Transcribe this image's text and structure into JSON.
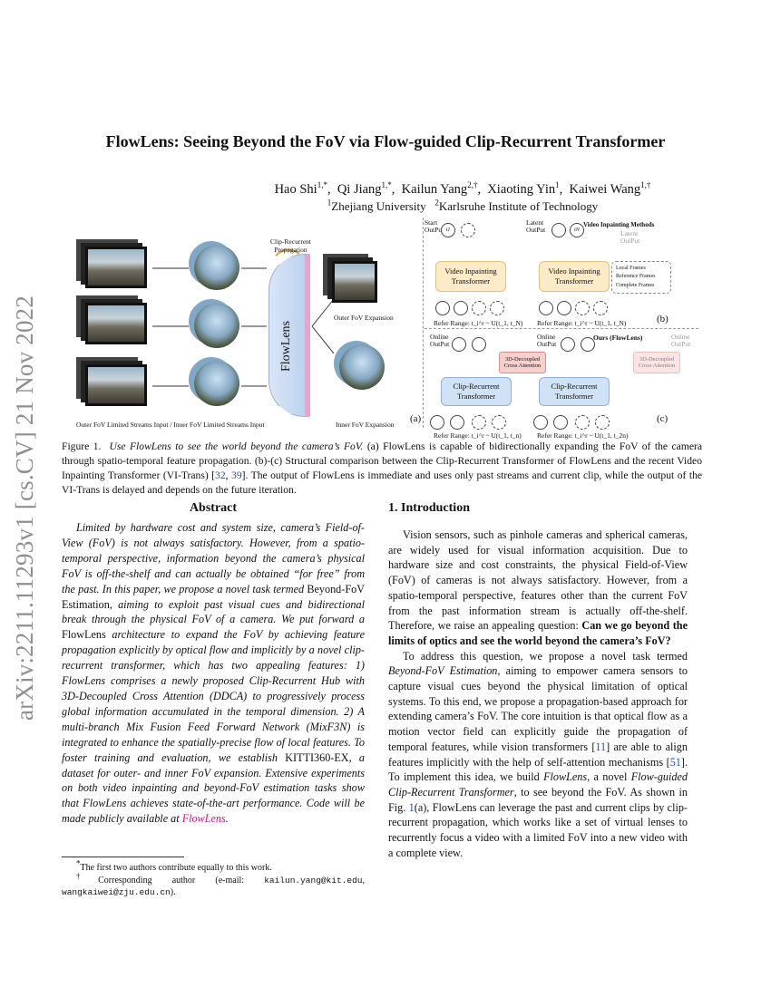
{
  "arxiv_stamp": "arXiv:2211.11293v1  [cs.CV]  21 Nov 2022",
  "title": "FlowLens: Seeing Beyond the FoV via Flow-guided Clip-Recurrent Transformer",
  "authors": {
    "a1_name": "Hao Shi",
    "a1_sup": "1,*",
    "a2_name": "Qi Jiang",
    "a2_sup": "1,*",
    "a3_name": "Kailun Yang",
    "a3_sup": "2,†",
    "a4_name": "Xiaoting Yin",
    "a4_sup": "1",
    "a5_name": "Kaiwei Wang",
    "a5_sup": "1,†"
  },
  "affiliations": {
    "aff1_sup": "1",
    "aff1": "Zhejiang University",
    "aff2_sup": "2",
    "aff2": "Karlsruhe Institute of Technology"
  },
  "figure": {
    "clip_recurrent_propagation": "Clip-Recurrent\nPropagation",
    "flowlens_label": "FlowLens",
    "outer_expansion": "Outer FoV Expansion",
    "inner_expansion": "Inner FoV Expansion",
    "input_label": "Outer FoV Limited Streams Input / Inner FoV Limited Streams Input",
    "panel_a": "(a)",
    "panel_b": "(b)",
    "panel_c": "(c)",
    "start_output": "Start\nOutPut",
    "latent_output": "Latent\nOutPut",
    "video_inpainting_methods": "Video Inpainting Methods",
    "latent_output_gray": "Latent\nOutPut",
    "vit1": "Video Inpainting\nTransformer",
    "vit2": "Video Inpainting\nTransformer",
    "legend_local": "Local Frames",
    "legend_reference": "Reference Frames",
    "legend_complete": "Complete Frames",
    "refer_range_b1": "Refer Range: t_i^r ~ U(t_1, t_N)",
    "refer_range_b2": "Refer Range: t_i^r ~ U(t_1, t_N)",
    "online_output_1": "Online\nOutPut",
    "online_output_2": "Online\nOutPut",
    "online_output_3": "Online\nOutPut",
    "ours_label": "Ours (FlowLens)",
    "ddca1": "3D-Decoupled\nCross Attention",
    "ddca2": "3D-Decoupled\nCross Attention",
    "crt1": "Clip-Recurrent\nTransformer",
    "crt2": "Clip-Recurrent\nTransformer",
    "refer_range_c1": "Refer Range: t_i^r ~ U(t_1, t_n)",
    "refer_range_c2": "Refer Range: t_i^r ~ U(t_1, t_2n)"
  },
  "caption": {
    "label": "Figure 1.",
    "italic": "Use FlowLens to see the world beyond the camera’s FoV.",
    "text1": " (a) FlowLens is capable of bidirectionally expanding the FoV of the camera through spatio-temporal feature propagation. (b)-(c) Structural comparison between the Clip-Recurrent Transformer of FlowLens and the recent Video Inpainting Transformer (VI-Trans) [",
    "cite1": "32",
    "sep": ", ",
    "cite2": "39",
    "text2": "]. The output of FlowLens is immediate and uses only past streams and current clip, while the output of the VI-Trans is delayed and depends on the future iteration."
  },
  "abstract": {
    "heading": "Abstract",
    "p1": "Limited by hardware cost and system size, camera’s Field-of-View (FoV) is not always satisfactory. However, from a spatio-temporal perspective, information beyond the camera’s physical FoV is off-the-shelf and can actually be obtained “for free” from the past. In this paper, we propose a novel task termed ",
    "p1_up": "Beyond-FoV Estimation",
    "p2": ", aiming to exploit past visual cues and bidirectional break through the physical FoV of a camera. We put forward a ",
    "p2_up": "FlowLens",
    "p3": " architecture to expand the FoV by achieving feature propagation explicitly by optical flow and implicitly by a novel clip-recurrent transformer, which has two appealing features: 1) FlowLens comprises a newly proposed Clip-Recurrent Hub with 3D-Decoupled Cross Attention (DDCA) to progressively process global information accumulated in the temporal dimension.  2) A multi-branch Mix Fusion Feed Forward Network (MixF3N) is integrated to enhance the spatially-precise flow of local features.  To foster training and evaluation, we establish ",
    "p3_up": "KITTI360-EX",
    "p4": ", a dataset for outer- and inner FoV expansion.  Extensive experiments on both video inpainting and beyond-FoV estimation tasks show that FlowLens achieves state-of-the-art performance. Code will be made publicly available at ",
    "link": "FlowLens",
    "end": "."
  },
  "footnotes": {
    "fn1_mark": "*",
    "fn1": "The first two authors contribute equally to this work.",
    "fn2_mark": "†",
    "fn2": "Corresponding   author   (e-mail:    ",
    "email1": "kailun.yang@kit.edu",
    "fn2_mid": ", ",
    "email2": "wangkaiwei@zju.edu.cn",
    "fn2_end": ")."
  },
  "intro": {
    "heading": "1. Introduction",
    "p1": "Vision sensors, such as pinhole cameras and spherical cameras, are widely used for visual information acquisition. Due to hardware size and cost constraints, the physical Field-of-View (FoV) of cameras is not always satisfactory. However, from a spatio-temporal perspective, features other than the current FoV from the past information stream is actually off-the-shelf. Therefore, we raise an appealing question: ",
    "p1_bold": "Can we go beyond the limits of optics and see the world beyond the camera’s FoV?",
    "p2a": "To address this question, we propose a novel task termed ",
    "p2_it1": "Beyond-FoV Estimation",
    "p2b": ", aiming to empower camera sensors to capture visual cues beyond the physical limitation of optical systems. To this end, we propose a propagation-based approach for extending camera’s FoV. The core intuition is that optical flow as a motion vector field can explicitly guide the propagation of temporal features, while vision transformers [",
    "cite11": "11",
    "p2c": "] are able to align features implicitly with the help of self-attention mechanisms [",
    "cite51": "51",
    "p2d": "].  To implement this idea, we build ",
    "p2_it2": "FlowLens",
    "p2e": ", a novel ",
    "p2_it3": "Flow-guided Clip-Recurrent Transformer",
    "p2f": ", to see beyond the FoV. As shown in Fig. ",
    "fig_ref": "1",
    "p2g": "(a), FlowLens can leverage the past and current clips by clip-recurrent propagation, which works like a set of virtual lenses to recurrently focus a video with a limited FoV into a new video with a complete view."
  }
}
